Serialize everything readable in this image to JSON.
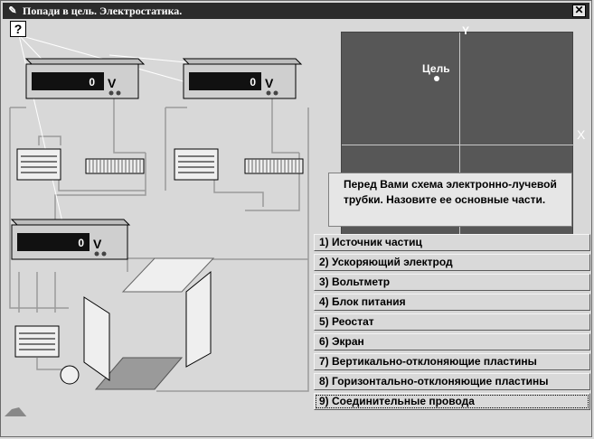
{
  "window": {
    "title": "Попади в цель. Электростатика.",
    "close_glyph": "✕",
    "help_glyph": "?"
  },
  "voltmeters": [
    {
      "value": "0",
      "unit": "V"
    },
    {
      "value": "0",
      "unit": "V"
    },
    {
      "value": "0",
      "unit": "V"
    }
  ],
  "screen": {
    "target_label": "Цель",
    "x_axis_label": "X",
    "y_axis_label": "Y"
  },
  "question": "Перед Вами схема электронно-лучевой трубки. Назовите ее основные части.",
  "answers": [
    "1) Источник частиц",
    "2) Ускоряющий электрод",
    "3) Вольтметр",
    "4) Блок питания",
    "5) Реостат",
    "6) Экран",
    "7) Вертикально-отклоняющие пластины",
    "8) Горизонтально-отклоняющие пластины",
    "9) Соединительные провода"
  ],
  "selected_answer": 8,
  "colors": {
    "titlebar": "#2b2b2b",
    "screen": "#575757",
    "panel": "#d8d8d8"
  }
}
